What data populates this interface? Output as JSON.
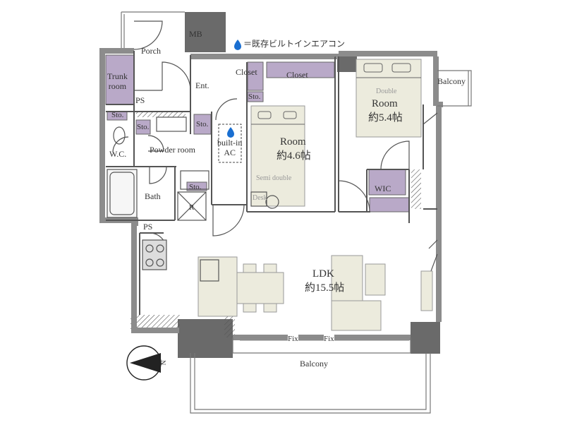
{
  "legend": {
    "icon": "ac-drop-icon",
    "text": "＝既存ビルトインエアコン",
    "color": "#1a6fd1"
  },
  "labels": {
    "mb": "MB",
    "porch": "Porch",
    "trunk_room": "Trunk\nroom",
    "ps_top": "PS",
    "ps_bottom": "PS",
    "ent": "Ent.",
    "closet_small": "Closet",
    "closet_large": "Closet",
    "sto_closet": "Sto.",
    "sto_wc": "Sto.",
    "sto_ps": "Sto.",
    "sto_powder": "Sto.",
    "sto_bath": "Sto.",
    "wc": "W.C.",
    "powder_room": "Powder room",
    "bath": "Bath",
    "r": "R",
    "builtin_ac": "built-in\nAC",
    "room1_name": "Room",
    "room1_size": "約4.6帖",
    "room1_bed": "Semi double",
    "desk": "Desk",
    "room2_name": "Room",
    "room2_size": "約5.4帖",
    "room2_bed": "Double",
    "wic": "WIC",
    "balcony_side": "Balcony",
    "ldk_name": "LDK",
    "ldk_size": "約15.5帖",
    "fix1": "Fix",
    "fix2": "Fix",
    "balcony_bottom": "Balcony",
    "north": "N"
  },
  "colors": {
    "wall": "#8c8c8c",
    "storage": "#b9a9c8",
    "furniture": "#ecebdd",
    "column": "#6a6a6a"
  }
}
